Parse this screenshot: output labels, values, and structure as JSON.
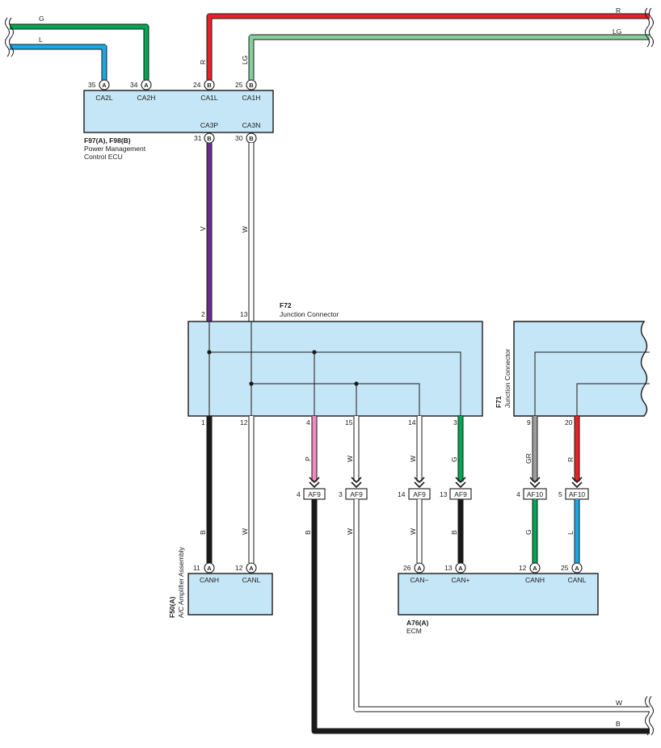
{
  "colors": {
    "R": "#e8202a",
    "G": "#00a651",
    "L": "#1aa9e5",
    "LG": "#86cf9c",
    "V": "#6b2c91",
    "W": "#ffffff",
    "B": "#1a1a1a",
    "P": "#f08cc0",
    "GR": "#9d9d9d",
    "box_fill": "#c5e6f6"
  },
  "top_wires": {
    "g": "G",
    "l": "L",
    "r": "R",
    "lg": "LG"
  },
  "pmc": {
    "name1": "F97(A), F98(B)",
    "name2": "Power Management",
    "name3": "Control ECU",
    "pins": [
      {
        "num": "35",
        "conn": "A",
        "sig": "CA2L"
      },
      {
        "num": "34",
        "conn": "A",
        "sig": "CA2H"
      },
      {
        "num": "24",
        "conn": "B",
        "sig": "CA1L"
      },
      {
        "num": "25",
        "conn": "B",
        "sig": "CA1H"
      },
      {
        "num": "31",
        "conn": "B",
        "sig": "CA3P"
      },
      {
        "num": "30",
        "conn": "B",
        "sig": "CA3N"
      }
    ],
    "wires": {
      "v": "V",
      "w": "W",
      "r": "R",
      "lg": "LG"
    }
  },
  "f72": {
    "name1": "F72",
    "name2": "Junction Connector",
    "top_pins": [
      "2",
      "13"
    ],
    "bottom_pins": [
      "1",
      "12",
      "4",
      "15",
      "14",
      "3"
    ],
    "wires": [
      "B",
      "W",
      "P",
      "W",
      "W",
      "G"
    ]
  },
  "f71": {
    "name1": "F71",
    "name2": "Junction Connector",
    "pins": [
      "9",
      "20"
    ],
    "wires": [
      "GR",
      "R"
    ]
  },
  "af": [
    {
      "num": "4",
      "label": "AF9"
    },
    {
      "num": "3",
      "label": "AF9"
    },
    {
      "num": "14",
      "label": "AF9"
    },
    {
      "num": "13",
      "label": "AF9"
    },
    {
      "num": "4",
      "label": "AF10"
    },
    {
      "num": "5",
      "label": "AF10"
    }
  ],
  "af_lower_wires": [
    "B",
    "W",
    "W",
    "B",
    "G",
    "L"
  ],
  "ac_amp": {
    "name1": "F50(A)",
    "name2": "A/C Amplifier Assembly",
    "wires": [
      "B",
      "W"
    ],
    "pins": [
      {
        "num": "11",
        "conn": "A",
        "sig": "CANH"
      },
      {
        "num": "12",
        "conn": "A",
        "sig": "CANL"
      }
    ]
  },
  "ecm": {
    "name1": "A76(A)",
    "name2": "ECM",
    "pins": [
      {
        "num": "26",
        "conn": "A",
        "sig": "CAN−"
      },
      {
        "num": "13",
        "conn": "A",
        "sig": "CAN+"
      },
      {
        "num": "12",
        "conn": "A",
        "sig": "CANH"
      },
      {
        "num": "25",
        "conn": "A",
        "sig": "CANL"
      }
    ]
  },
  "bottom_wires": {
    "w": "W",
    "b": "B"
  }
}
